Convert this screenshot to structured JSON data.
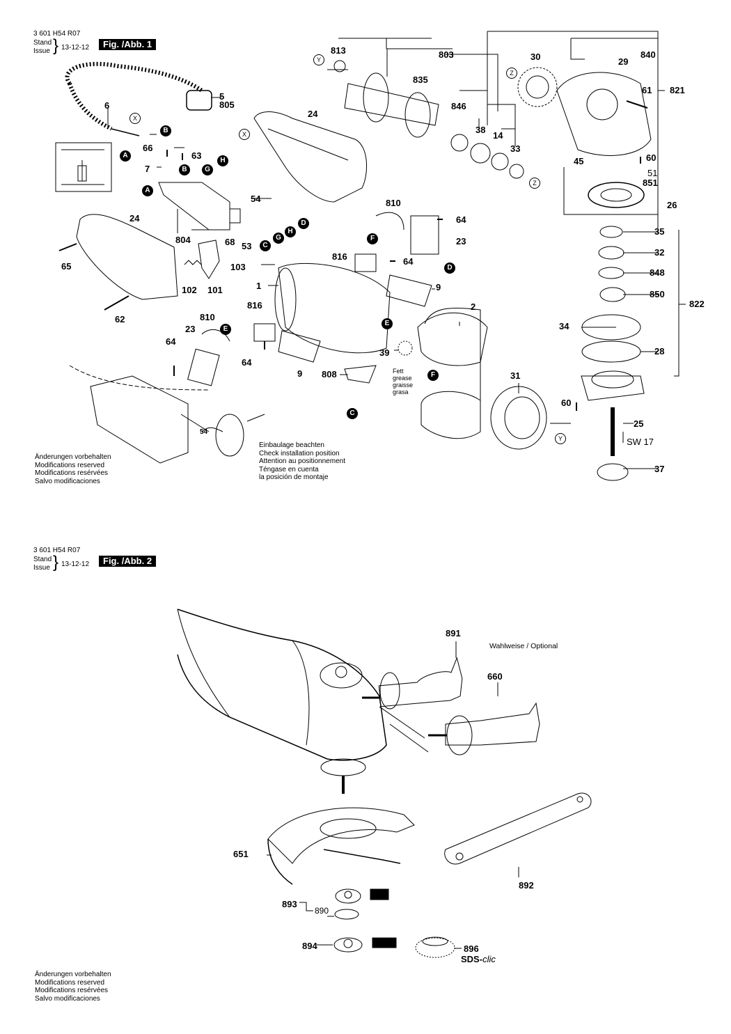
{
  "fig1": {
    "doc_number": "3 601 H54 R07",
    "stand_label": "Stand",
    "issue_label": "Issue",
    "date": "13-12-12",
    "title": "Fig. /Abb. 1",
    "part_labels": [
      "813",
      "803",
      "30",
      "840",
      "29",
      "835",
      "5",
      "805",
      "6",
      "24",
      "846",
      "38",
      "14",
      "33",
      "61",
      "821",
      "66",
      "63",
      "7",
      "60",
      "45",
      "51",
      "851",
      "54",
      "26",
      "810",
      "64",
      "24",
      "804",
      "68",
      "53",
      "23",
      "816",
      "64",
      "103",
      "1",
      "9",
      "35",
      "32",
      "848",
      "850",
      "822",
      "2",
      "810",
      "816",
      "23",
      "34",
      "39",
      "28",
      "64",
      "64",
      "9",
      "808",
      "31",
      "60",
      "25",
      "37"
    ],
    "sw_label": "SW 17",
    "connector_labels": [
      "Y",
      "Z",
      "X",
      "B",
      "A",
      "H",
      "G",
      "D",
      "C",
      "H",
      "G",
      "A",
      "B",
      "F",
      "E",
      "E",
      "F",
      "C",
      "D"
    ],
    "circle_markers": [
      "Y",
      "Z",
      "Z",
      "X",
      "X",
      "Y"
    ],
    "label_54_small": "54",
    "grease_note": [
      "Fett",
      "grease",
      "graisse",
      "grasa"
    ],
    "install_note": [
      "Einbaulage beachten",
      "Check installation position",
      "Attention au positionnement",
      "Téngase en cuenta",
      "la posición de montaje"
    ],
    "modifications_note": [
      "Änderungen vorbehalten",
      "Modifications reserved",
      "Modifications resérvées",
      "Salvo modificaciones"
    ]
  },
  "fig2": {
    "doc_number": "3 601 H54 R07",
    "stand_label": "Stand",
    "issue_label": "Issue",
    "date": "13-12-12",
    "title": "Fig. /Abb. 2",
    "optional_note": "Wahlweise / Optional",
    "part_labels": [
      "891",
      "660",
      "651",
      "892",
      "893",
      "890",
      "894",
      "896"
    ],
    "sds_prefix": "SDS-",
    "sds_suffix": "clic",
    "modifications_note": [
      "Änderungen vorbehalten",
      "Modifications reserved",
      "Modifications resérvées",
      "Salvo modificaciones"
    ]
  }
}
